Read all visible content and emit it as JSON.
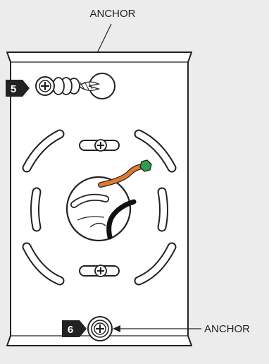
{
  "labels": {
    "top_anchor": "ANCHOR",
    "bottom_anchor": "ANCHOR"
  },
  "steps": {
    "step_5": "5",
    "step_6": "6"
  },
  "colors": {
    "background": "#ececec",
    "plate": "#ffffff",
    "outline": "#222222",
    "step_badge": "#222222",
    "wire_orange": "#e07a2e",
    "wire_green": "#2f9e4a",
    "wire_black": "#111111"
  },
  "icons": [
    "anchor-icon",
    "screw-icon",
    "wire-icon"
  ]
}
